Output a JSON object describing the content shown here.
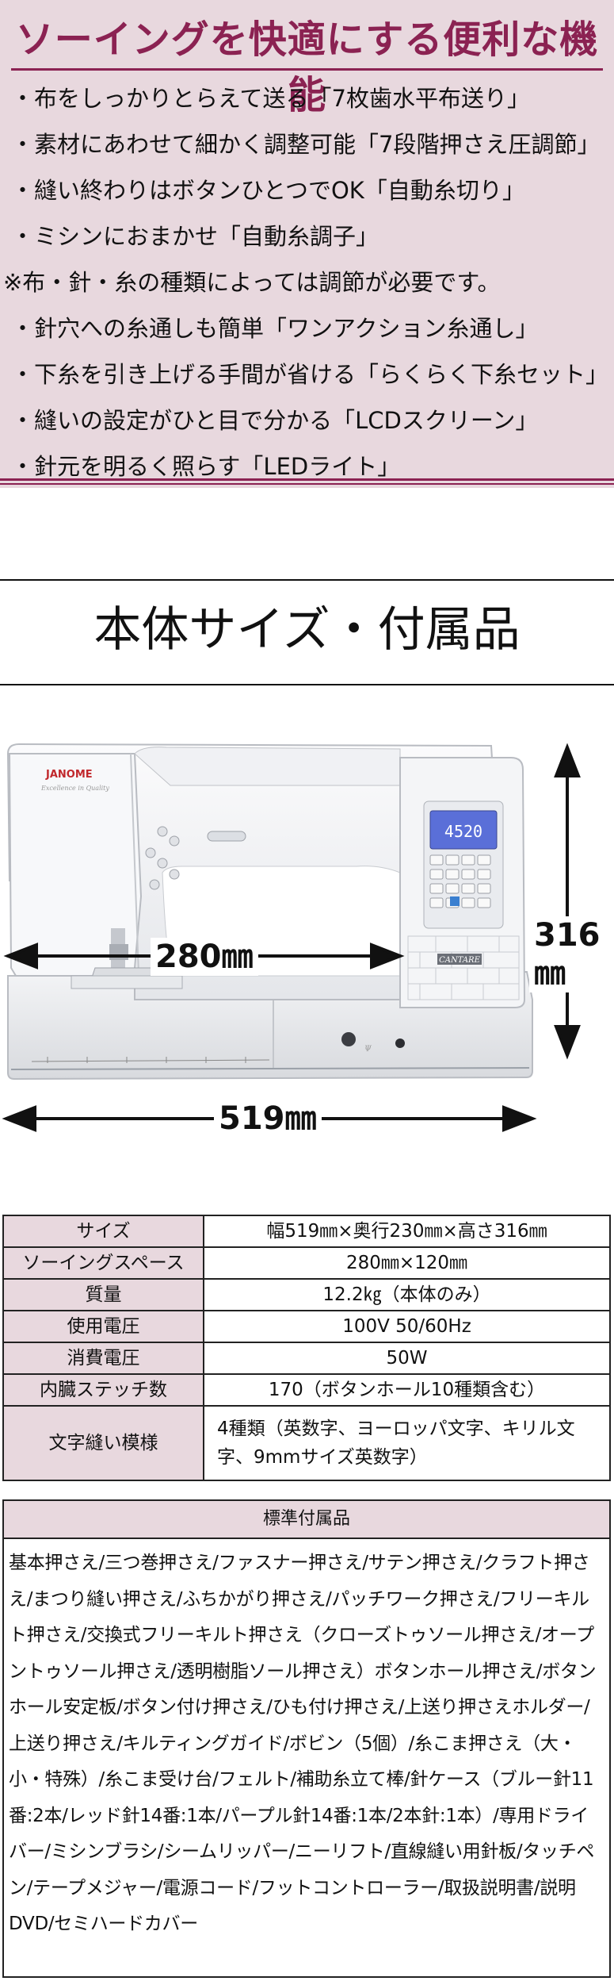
{
  "features": {
    "heading": "ソーイングを快適にする便利な機能",
    "items": [
      {
        "text": "・布をしっかりとらえて送る「7枚歯水平布送り」",
        "kind": "bullet"
      },
      {
        "text": "・素材にあわせて細かく調整可能「7段階押さえ圧調節」",
        "kind": "bullet"
      },
      {
        "text": "・縫い終わりはボタンひとつでOK「自動糸切り」",
        "kind": "bullet"
      },
      {
        "text": "・ミシンにおまかせ「自動糸調子」",
        "kind": "bullet"
      },
      {
        "text": "※布・針・糸の種類によっては調節が必要です。",
        "kind": "note"
      },
      {
        "text": "・針穴への糸通しも簡単「ワンアクション糸通し」",
        "kind": "bullet"
      },
      {
        "text": "・下糸を引き上げる手間が省ける「らくらく下糸セット」",
        "kind": "bullet"
      },
      {
        "text": "・縫いの設定がひと目で分かる「LCDスクリーン」",
        "kind": "bullet"
      },
      {
        "text": "・針元を明るく照らす「LEDライト」",
        "kind": "bullet"
      }
    ]
  },
  "section_title": "本体サイズ・付属品",
  "machine": {
    "brand": "JANOME",
    "brand_sub": "Excellence in Quality",
    "model": "CANTARE",
    "lcd_reading": "4520",
    "dims": {
      "height": "316㎜",
      "throat": "280㎜",
      "width": "519㎜"
    }
  },
  "specs": [
    {
      "label": "サイズ",
      "value": "幅519㎜×奥行230㎜×高さ316㎜"
    },
    {
      "label": "ソーイングスペース",
      "value": "280㎜×120㎜"
    },
    {
      "label": "質量",
      "value": "12.2㎏（本体のみ）"
    },
    {
      "label": "使用電圧",
      "value": "100V 50/60Hz"
    },
    {
      "label": "消費電圧",
      "value": "50W"
    },
    {
      "label": "内臓ステッチ数",
      "value": "170（ボタンホール10種類含む）"
    },
    {
      "label": "文字縫い模様",
      "value": "4種類（英数字、ヨーロッパ文字、キリル文字、9mmサイズ英数字）"
    }
  ],
  "accessories": {
    "heading": "標準付属品",
    "body": "基本押さえ/三つ巻押さえ/ファスナー押さえ/サテン押さえ/クラフト押さえ/まつり縫い押さえ/ふちかがり押さえ/パッチワーク押さえ/フリーキルト押さえ/交換式フリーキルト押さえ（クローズトゥソール押さえ/オープントゥソール押さえ/透明樹脂ソール押さえ）ボタンホール押さえ/ボタンホール安定板/ボタン付け押さえ/ひも付け押さえ/上送り押さえホルダー/上送り押さえ/キルティングガイド/ボビン（5個）/糸こま押さえ（大・小・特殊）/糸こま受け台/フェルト/補助糸立て棒/針ケース（ブルー針11番:2本/レッド針14番:1本/パープル針14番:1本/2本針:1本）/専用ドライバー/ミシンブラシ/シームリッパー/ニーリフト/直線縫い用針板/タッチペン/テープメジャー/電源コード/フットコントローラー/取扱説明書/説明DVD/セミハードカバー"
  },
  "colors": {
    "panel_bg": "#e8d8de",
    "accent": "#8b2252",
    "lcd": "#5a6fd8"
  }
}
